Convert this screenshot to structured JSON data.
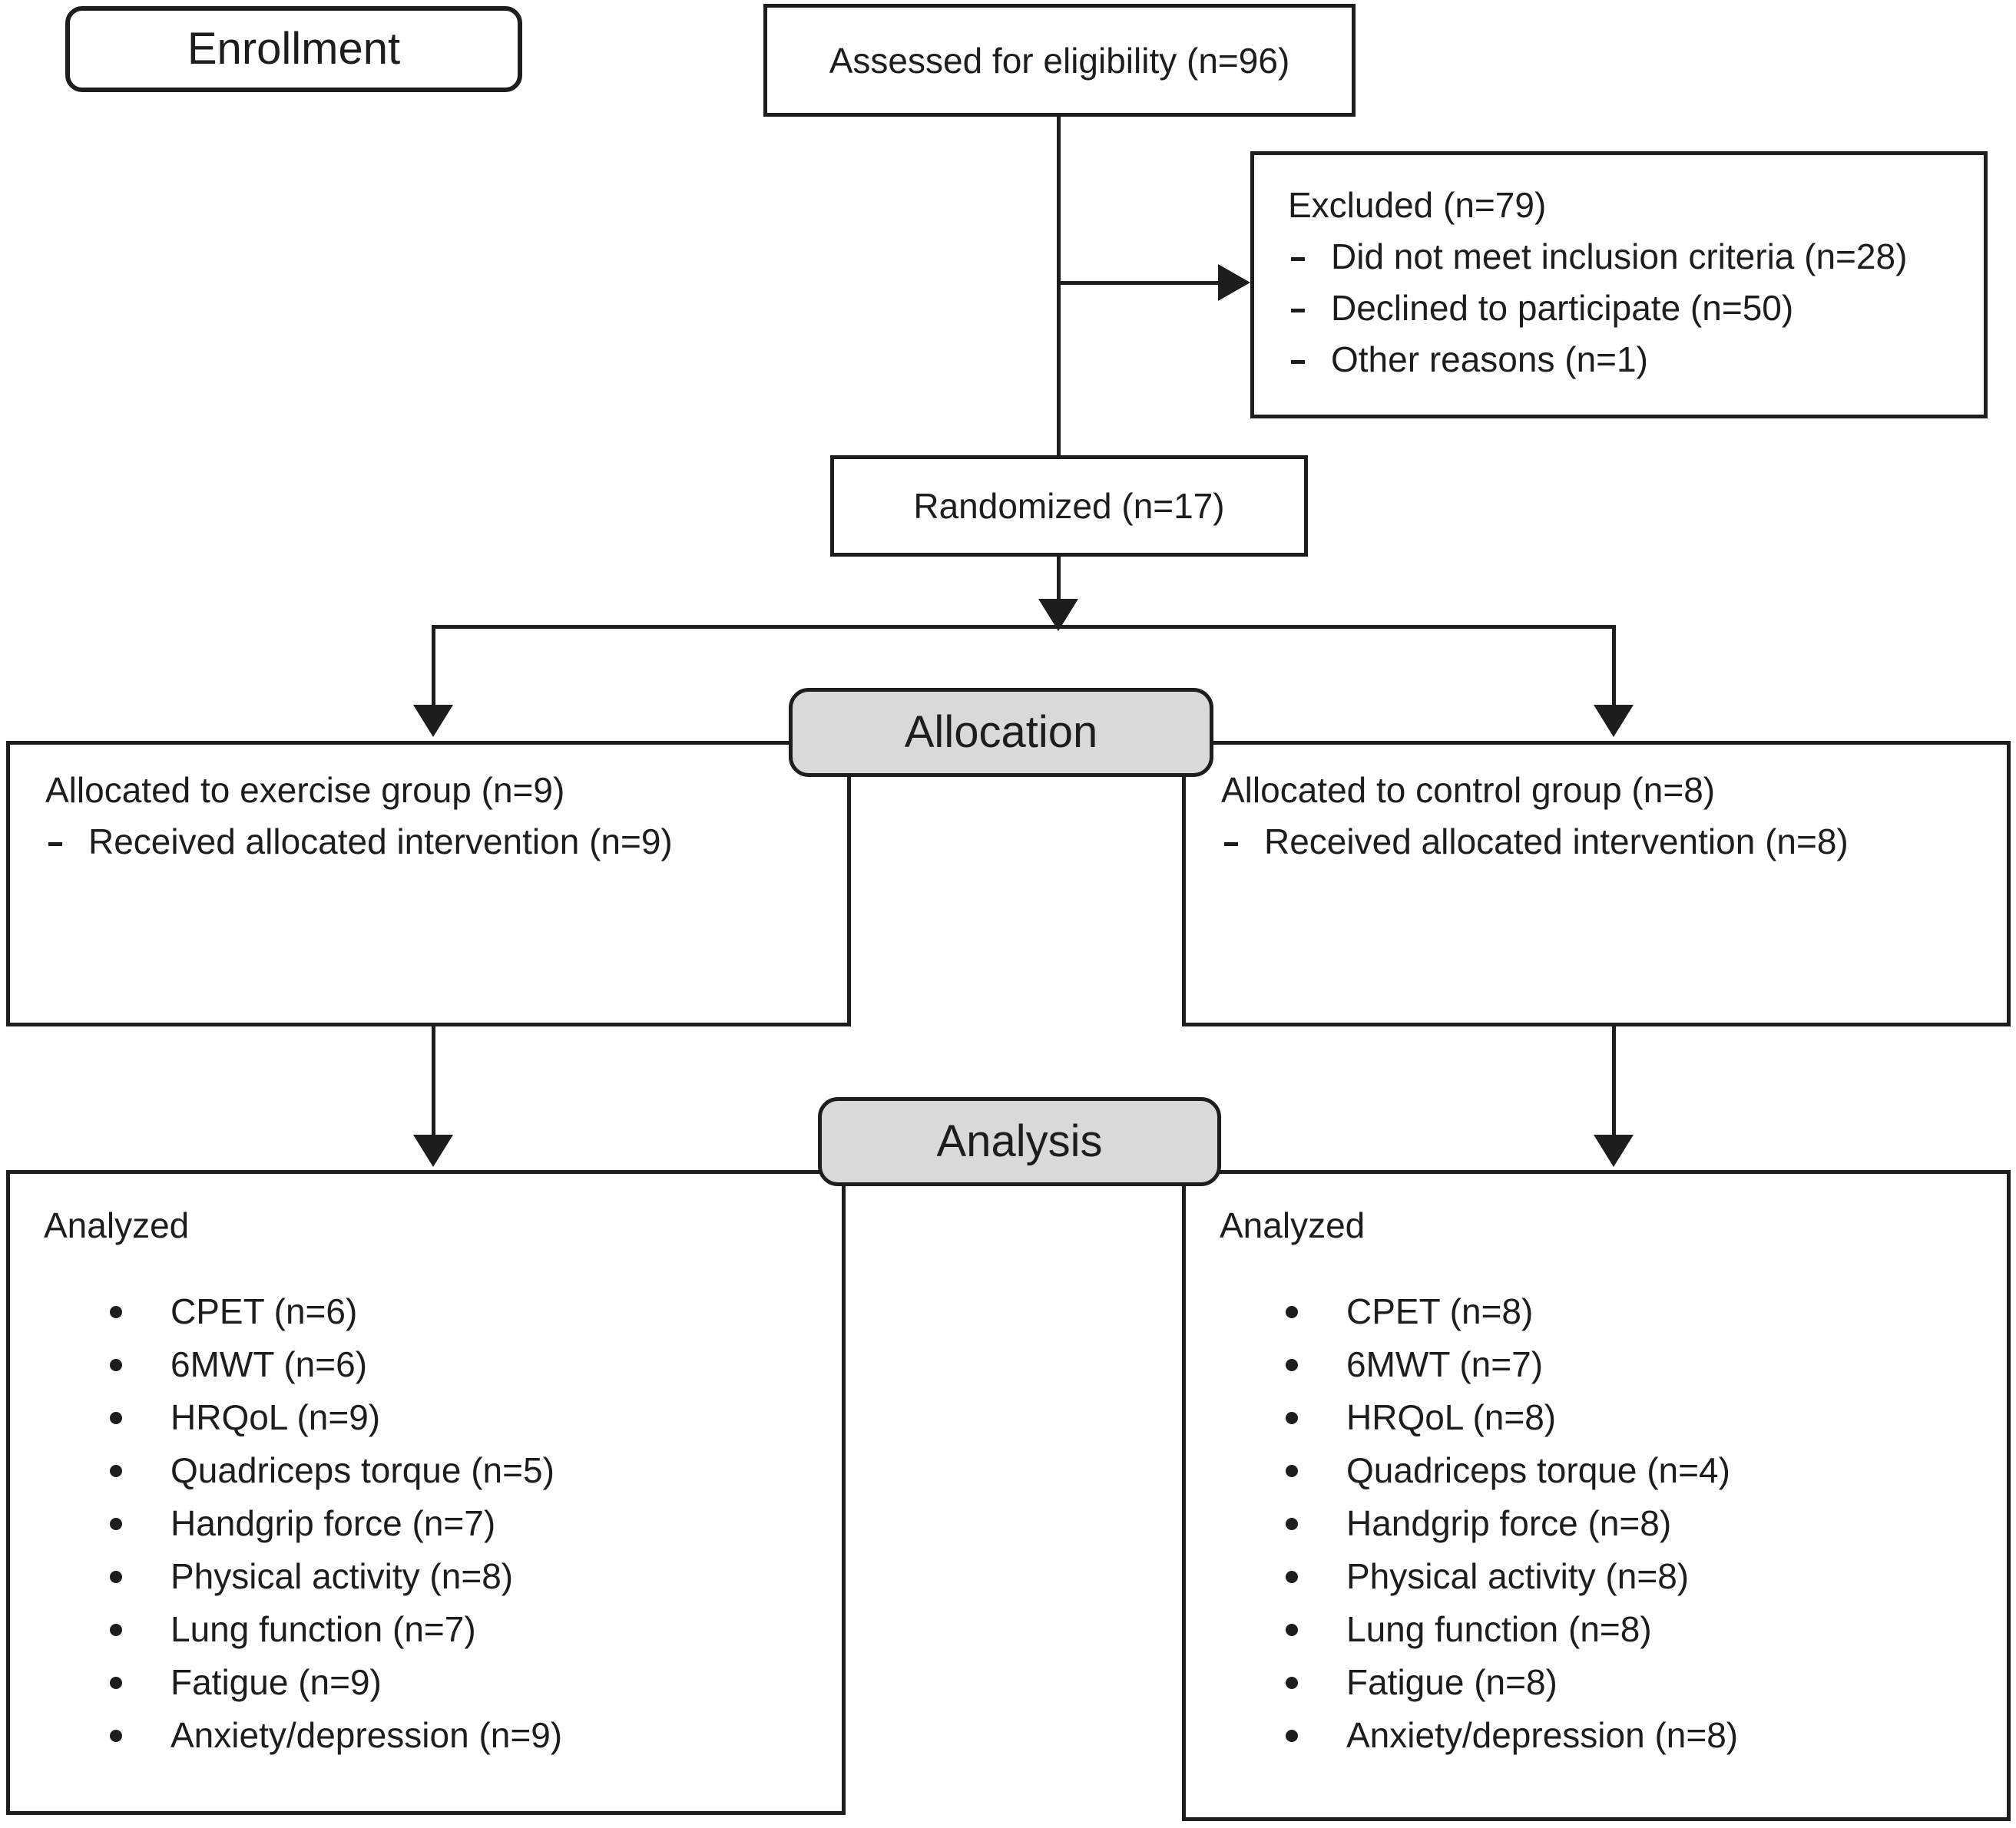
{
  "diagram": {
    "stages": {
      "enrollment": {
        "label": "Enrollment"
      },
      "allocation": {
        "label": "Allocation"
      },
      "analysis": {
        "label": "Analysis"
      }
    },
    "nodes": {
      "assessed": {
        "text": "Assessed for eligibility (n=96)"
      },
      "excluded": {
        "title": "Excluded (n=79)",
        "items": [
          "Did not meet inclusion criteria (n=28)",
          "Declined to participate (n=50)",
          "Other reasons (n=1)"
        ]
      },
      "randomized": {
        "text": "Randomized (n=17)"
      },
      "allocated_exercise": {
        "title": "Allocated to exercise group (n=9)",
        "items": [
          "Received allocated intervention (n=9)"
        ]
      },
      "allocated_control": {
        "title": "Allocated to control group (n=8)",
        "items": [
          "Received allocated intervention (n=8)"
        ]
      },
      "analyzed_exercise": {
        "title": "Analyzed",
        "items": [
          "CPET (n=6)",
          "6MWT (n=6)",
          "HRQoL (n=9)",
          "Quadriceps torque (n=5)",
          "Handgrip force (n=7)",
          "Physical activity (n=8)",
          "Lung function (n=7)",
          "Fatigue (n=9)",
          "Anxiety/depression (n=9)"
        ]
      },
      "analyzed_control": {
        "title": "Analyzed",
        "items": [
          "CPET (n=8)",
          "6MWT (n=7)",
          "HRQoL (n=8)",
          "Quadriceps torque (n=4)",
          "Handgrip force (n=8)",
          "Physical activity (n=8)",
          "Lung function (n=8)",
          "Fatigue (n=8)",
          "Anxiety/depression (n=8)"
        ]
      }
    },
    "colors": {
      "ink": "#1d1d1d",
      "stage_fill": "#d9d9d9",
      "background": "#ffffff"
    }
  }
}
